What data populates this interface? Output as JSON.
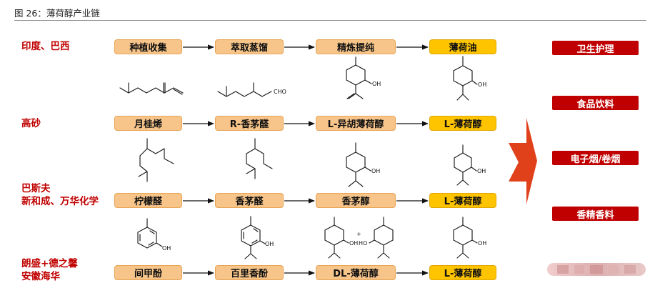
{
  "figure": {
    "title": "图 26：薄荷醇产业链"
  },
  "rows": [
    {
      "region": [
        "印度、巴西"
      ],
      "steps": [
        "种植收集",
        "萃取蒸馏",
        "精炼提纯",
        "薄荷油"
      ]
    },
    {
      "region": [
        "高砂"
      ],
      "steps": [
        "月桂烯",
        "R-香茅醛",
        "L-异胡薄荷醇",
        "L-薄荷醇"
      ]
    },
    {
      "region": [
        "巴斯夫",
        "新和成、万华化学"
      ],
      "steps": [
        "柠檬醛",
        "香茅醛",
        "香茅醇",
        "L-薄荷醇"
      ]
    },
    {
      "region": [
        "朗盛+德之馨",
        "安徽海华"
      ],
      "steps": [
        "间甲酚",
        "百里香酚",
        "DL-薄荷醇",
        "L-薄荷醇"
      ]
    }
  ],
  "applications": [
    "卫生护理",
    "食品饮料",
    "电子烟/卷烟",
    "香精香料"
  ],
  "chem_labels": {
    "oh": "OH",
    "ho": "HO",
    "cho": "CHO",
    "plus": "+"
  },
  "colors": {
    "accent_red": "#c00000",
    "arrow_red": "#e0401a",
    "step_box": "#f7c58a",
    "final_box": "#ffc400"
  }
}
